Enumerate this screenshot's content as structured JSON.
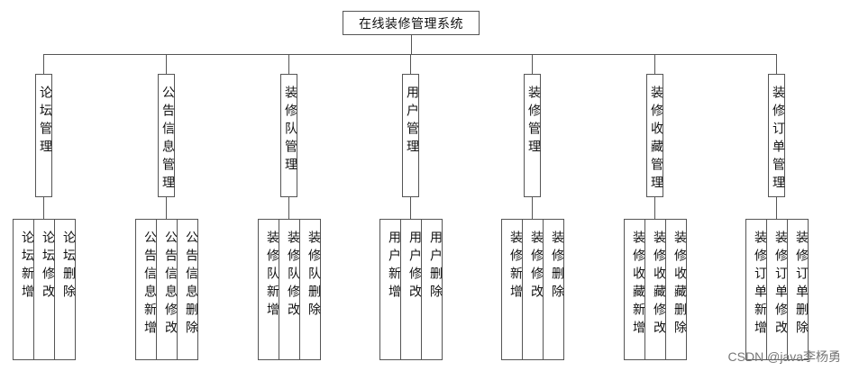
{
  "root": {
    "label": "在线装修管理系统"
  },
  "modules": [
    {
      "label": "论坛管理",
      "children": [
        "论坛新增",
        "论坛修改",
        "论坛删除"
      ]
    },
    {
      "label": "公告信息管理",
      "children": [
        "公告信息新增",
        "公告信息修改",
        "公告信息删除"
      ]
    },
    {
      "label": "装修队管理",
      "children": [
        "装修队新增",
        "装修队修改",
        "装修队删除"
      ]
    },
    {
      "label": "用户管理",
      "children": [
        "用户新增",
        "用户修改",
        "用户删除"
      ]
    },
    {
      "label": "装修管理",
      "children": [
        "装修新增",
        "装修修改",
        "装修删除"
      ]
    },
    {
      "label": "装修收藏管理",
      "children": [
        "装修收藏新增",
        "装修收藏修改",
        "装修收藏删除"
      ]
    },
    {
      "label": "装修订单管理",
      "children": [
        "装修订单新增",
        "装修订单修改",
        "装修订单删除"
      ]
    }
  ],
  "watermark": "CSDN @java李杨勇"
}
